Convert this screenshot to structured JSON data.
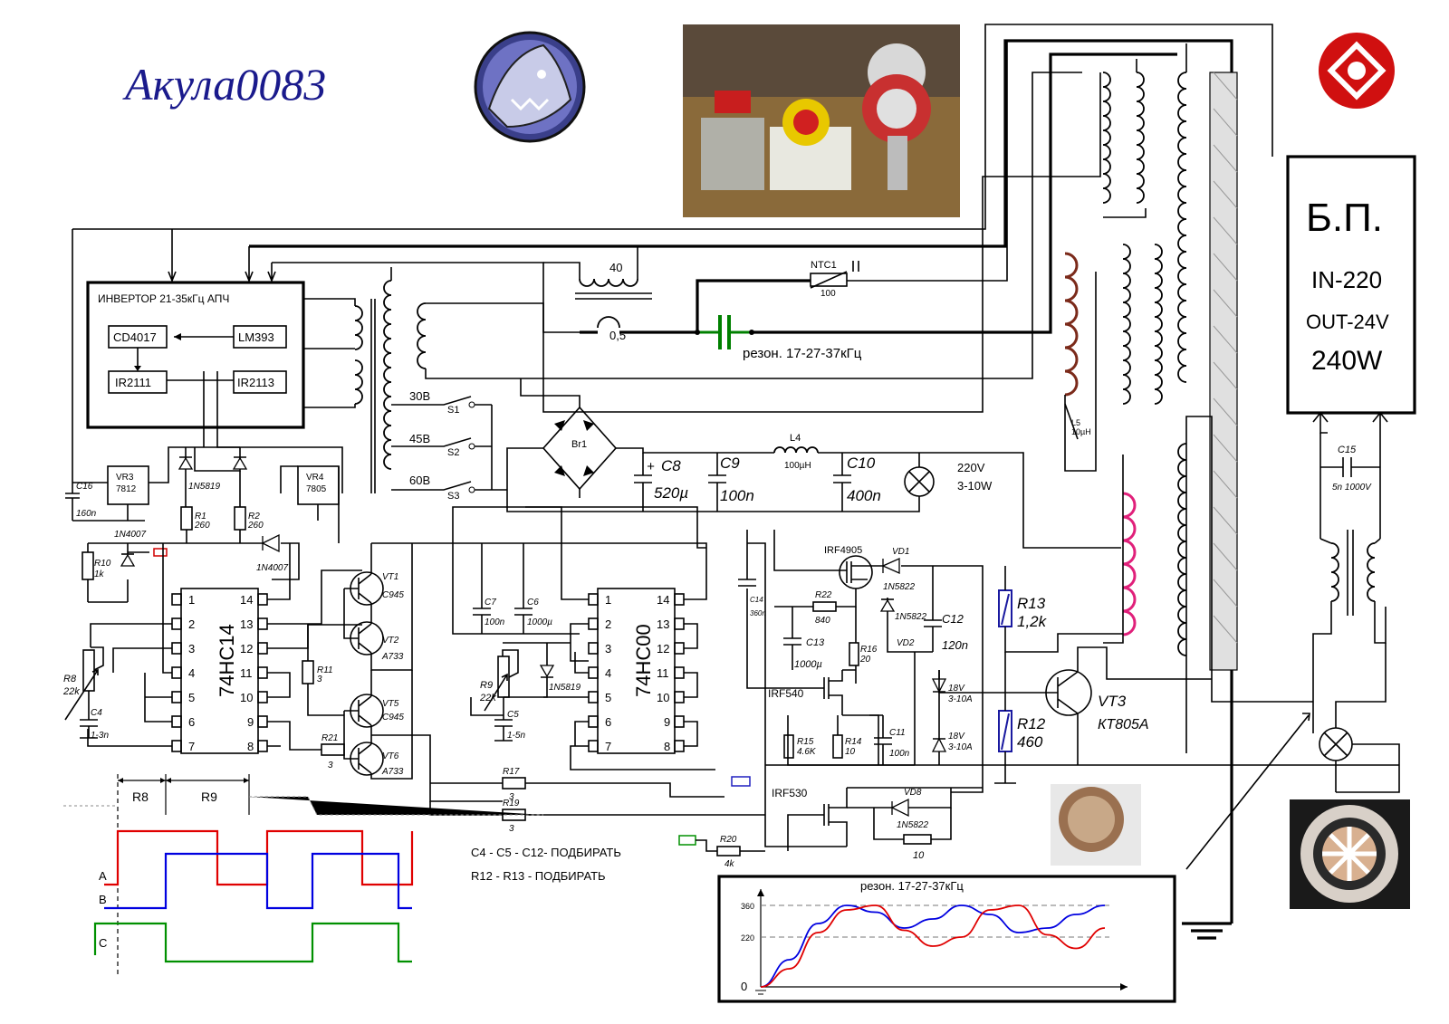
{
  "title": "Акула0083",
  "colors": {
    "wire": "#000000",
    "red_signal": "#e00000",
    "blue_signal": "#0000e0",
    "green_signal": "#009000",
    "resonant_cap": "#008000",
    "coil_brown": "#7b2a1a",
    "coil_pink": "#e0207a",
    "title_blue": "#1a1a8c"
  },
  "inverter": {
    "label": "ИНВЕРТОР 21-35кГц АПЧ",
    "chips": [
      "CD4017",
      "LM393",
      "IR2111",
      "IR2113"
    ]
  },
  "psu": {
    "line1": "Б.П.",
    "line2": "IN-220",
    "line3": "OUT-24V",
    "line4": "240W"
  },
  "transformer": {
    "primary_top": "40",
    "primary_current": "0,5",
    "taps": [
      "30В",
      "45В",
      "60В"
    ],
    "switches": [
      "S1",
      "S2",
      "S3"
    ]
  },
  "resonance_label": "резон. 17-27-37кГц",
  "ntc": {
    "name": "NTC1",
    "value": "100"
  },
  "bridge": "Br1",
  "filter": {
    "C8": {
      "name": "C8",
      "value": "520µ",
      "plus": "+"
    },
    "C9": {
      "name": "C9",
      "value": "100n"
    },
    "L4": {
      "name": "L4",
      "value": "100µH"
    },
    "C10": {
      "name": "C10",
      "value": "400n"
    },
    "lamp": {
      "l1": "220V",
      "l2": "3-10W"
    }
  },
  "regulators": {
    "VR3": {
      "name": "VR3",
      "value": "7812"
    },
    "VR4": {
      "name": "VR4",
      "value": "7805"
    }
  },
  "C16": {
    "name": "C16",
    "value": "160n"
  },
  "diodes": {
    "d1": "1N5819",
    "d2": "1N4007",
    "d3": "1N4007",
    "d4": "1N5819",
    "vd1": "VD1",
    "vd1v": "1N5822",
    "vd2": "VD2",
    "vd2v": "1N5822",
    "vd8": "VD8",
    "vd8v": "1N5822"
  },
  "resistors": {
    "R1": {
      "name": "R1",
      "value": "260"
    },
    "R2": {
      "name": "R2",
      "value": "260"
    },
    "R10": {
      "name": "R10",
      "value": "1k"
    },
    "R8": {
      "name": "R8",
      "value": "22k"
    },
    "R11": {
      "name": "R11",
      "value": "3"
    },
    "R21": {
      "name": "R21",
      "value": "3"
    },
    "R9": {
      "name": "R9",
      "value": "22k"
    },
    "R17": {
      "name": "R17",
      "value": "3"
    },
    "R19": {
      "name": "R19",
      "value": "3"
    },
    "R20": {
      "name": "R20",
      "value": "4k"
    },
    "R22": {
      "name": "R22",
      "value": "840"
    },
    "R16": {
      "name": "R16",
      "value": "20"
    },
    "R15": {
      "name": "R15",
      "value": "4.6K"
    },
    "R14": {
      "name": "R14",
      "value": "10"
    },
    "R13": {
      "name": "R13",
      "value": "1,2k"
    },
    "R12": {
      "name": "R12",
      "value": "460"
    },
    "R10b": "10"
  },
  "caps": {
    "C4": {
      "name": "C4",
      "value": "1-3n"
    },
    "C7": {
      "name": "C7",
      "value": "100n"
    },
    "C6": {
      "name": "C6",
      "value": "1000µ"
    },
    "C5": {
      "name": "C5",
      "value": "1-5n"
    },
    "C14": {
      "name": "C14",
      "value": "360n"
    },
    "C13": {
      "name": "C13",
      "value": "1000µ"
    },
    "C11": {
      "name": "C11",
      "value": "100n"
    },
    "C12": {
      "name": "C12",
      "value": "120n"
    },
    "C15": {
      "name": "C15",
      "value": "5n 1000V"
    }
  },
  "transistors": {
    "VT1": {
      "name": "VT1",
      "value": "C945"
    },
    "VT2": {
      "name": "VT2",
      "value": "A733"
    },
    "VT5": {
      "name": "VT5",
      "value": "C945"
    },
    "VT6": {
      "name": "VT6",
      "value": "A733"
    },
    "IRF4905": "IRF4905",
    "IRF540": "IRF540",
    "IRF530": "IRF530",
    "VT3": {
      "name": "VT3",
      "value": "КТ805А"
    }
  },
  "zeners": {
    "z1": "18V",
    "z1b": "3-10A",
    "z2": "18V",
    "z2b": "3-10A"
  },
  "ic1": {
    "name": "74HC14",
    "left_pins": [
      "1",
      "2",
      "3",
      "4",
      "5",
      "6",
      "7"
    ],
    "right_pins": [
      "14",
      "13",
      "12",
      "11",
      "10",
      "9",
      "8"
    ]
  },
  "ic2": {
    "name": "74HC00",
    "left_pins": [
      "1",
      "2",
      "3",
      "4",
      "5",
      "6",
      "7"
    ],
    "right_pins": [
      "14",
      "13",
      "12",
      "11",
      "10",
      "9",
      "8"
    ]
  },
  "L5": {
    "name": "L5",
    "value": "10µH"
  },
  "notes": {
    "n1": "C4 - C5 - C12-  ПОДБИРАТЬ",
    "n2": "R12 - R13 -  ПОДБИРАТЬ"
  },
  "timing": {
    "r8": "R8",
    "r9": "R9",
    "a": "A",
    "b": "B",
    "c": "C"
  },
  "chart_data": {
    "type": "line",
    "title": "резон. 17-27-37кГц",
    "yticks": [
      0,
      220,
      360
    ],
    "reference_lines": [
      220,
      360
    ],
    "series": [
      {
        "color": "#0000e0",
        "y": [
          0,
          120,
          280,
          360,
          330,
          260,
          300,
          360,
          320,
          240,
          260,
          320,
          360
        ]
      },
      {
        "color": "#e00000",
        "y": [
          0,
          80,
          240,
          340,
          360,
          250,
          180,
          220,
          340,
          360,
          230,
          170,
          260
        ]
      }
    ]
  }
}
